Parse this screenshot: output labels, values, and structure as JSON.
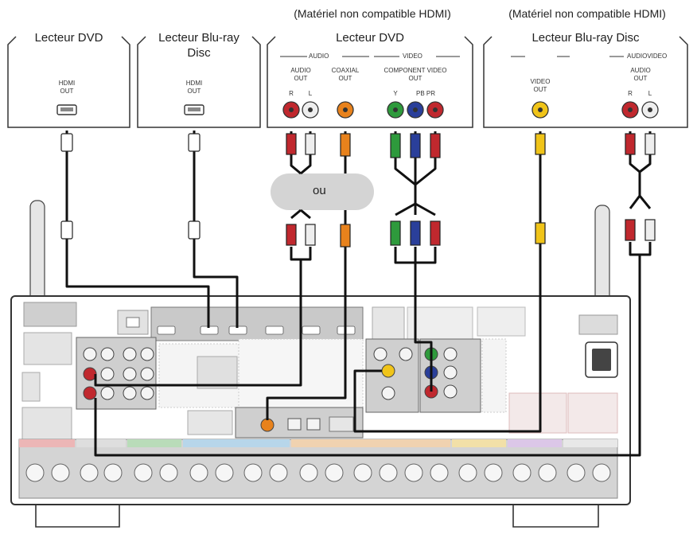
{
  "devices": {
    "dvd_hdmi": {
      "title": "Lecteur DVD",
      "port_label_1": "HDMI",
      "port_label_2": "OUT"
    },
    "bluray_hdmi": {
      "title_line1": "Lecteur Blu-ray",
      "title_line2": "Disc",
      "port_label_1": "HDMI",
      "port_label_2": "OUT"
    },
    "dvd_legacy": {
      "note": "(Matériel non compatible HDMI)",
      "title": "Lecteur DVD",
      "audio_section": "AUDIO",
      "video_section": "VIDEO",
      "audio_out": [
        "AUDIO",
        "OUT"
      ],
      "coaxial_out": [
        "COAXIAL",
        "OUT"
      ],
      "component_out": [
        "COMPONENT VIDEO",
        "OUT"
      ],
      "channel_R": "R",
      "channel_L": "L",
      "channel_Y": "Y",
      "channel_PBPR": "PB PR"
    },
    "bluray_legacy": {
      "note": "(Matériel non compatible HDMI)",
      "title": "Lecteur Blu-ray Disc",
      "section": "AUDIOVIDEO",
      "video_out": [
        "VIDEO",
        "OUT"
      ],
      "audio_out": [
        "AUDIO",
        "OUT"
      ],
      "channel_R": "R",
      "channel_L": "L"
    }
  },
  "alternative_label": "ou",
  "colors": {
    "red": "#c0282e",
    "white": "#eeeeee",
    "orange": "#e8821c",
    "green": "#2e9a3c",
    "blue": "#2a3f9a",
    "yellow": "#f0c419",
    "cable": "#111111",
    "panel": "#d8d8d8",
    "panel_dark": "#9a9a9a",
    "ou_bubble": "#d4d4d4"
  }
}
